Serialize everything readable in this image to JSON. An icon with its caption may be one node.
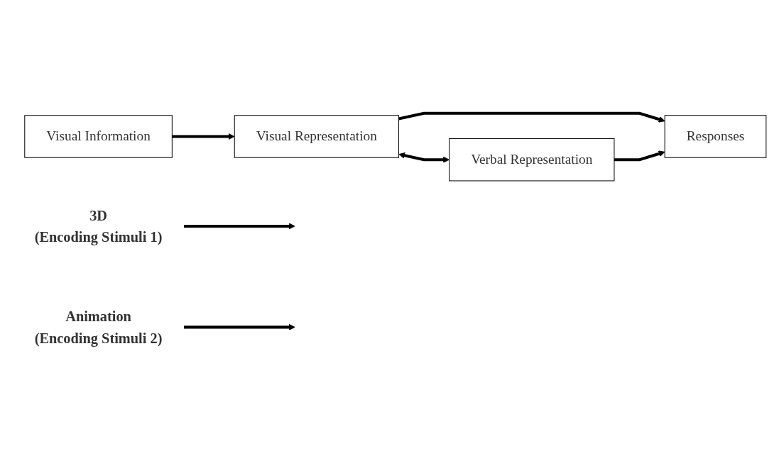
{
  "diagram": {
    "nodes": [
      {
        "text": [
          "Visual Information"
        ]
      },
      {
        "text": [
          "3D",
          "(Encoding Stimuli 1)"
        ]
      },
      {
        "text": [
          "Animation",
          "(Encoding Stimuli 2)"
        ]
      },
      {
        "text": [
          "Visual Representation"
        ]
      },
      {
        "text": [
          "Verbal Representation"
        ]
      },
      {
        "text": [
          "Responses"
        ]
      }
    ],
    "edges": [
      {
        "from": 0,
        "to": 3,
        "arrow": "to"
      },
      {
        "from": 1,
        "to": null,
        "arrow": "to"
      },
      {
        "from": 2,
        "to": null,
        "arrow": "to"
      },
      {
        "from": 3,
        "to": 4,
        "arrow": "both"
      },
      {
        "from": 3,
        "to": 5,
        "arrow": "to"
      },
      {
        "from": 4,
        "to": 5,
        "arrow": "to"
      }
    ]
  }
}
